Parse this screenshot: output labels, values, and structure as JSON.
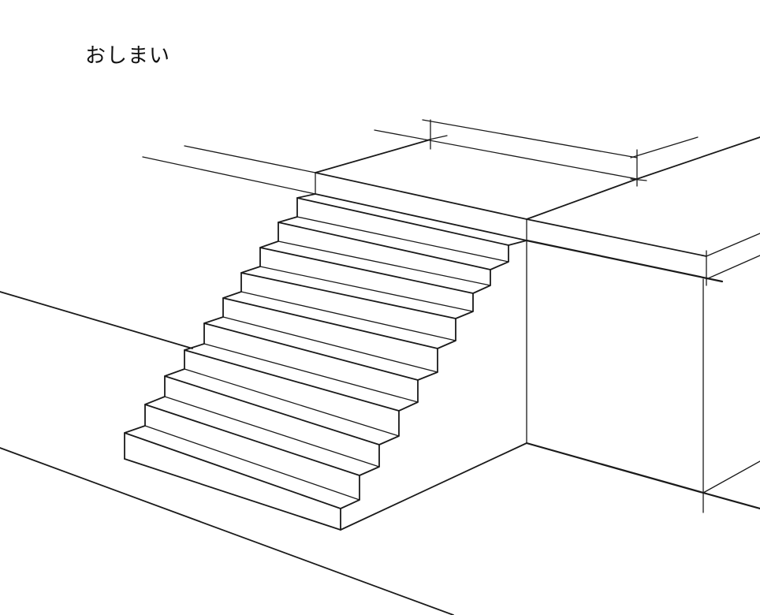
{
  "caption": "おしまい",
  "drawing": {
    "subject": "staircase-perspective-sketch",
    "step_count": 10,
    "stroke_color": "#1a1a1a",
    "background": "#ffffff"
  }
}
